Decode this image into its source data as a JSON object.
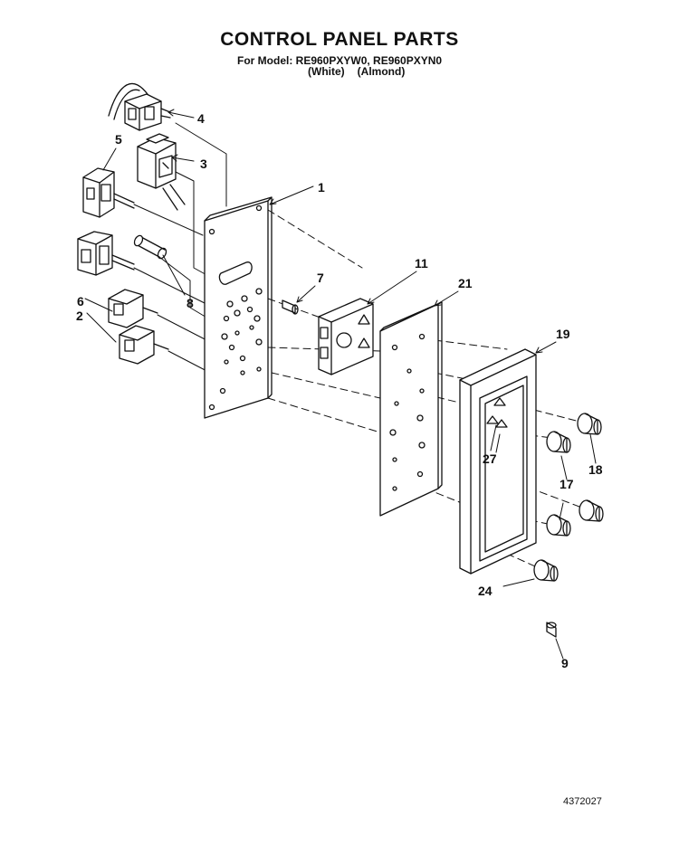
{
  "title": "CONTROL PANEL PARTS",
  "model_line": "For Model: RE960PXYW0, RE960PXYN0",
  "color_variants": [
    "(White)",
    "(Almond)"
  ],
  "document_number": "4372027",
  "callouts": [
    "1",
    "2",
    "3",
    "4",
    "5",
    "6",
    "7",
    "8",
    "9",
    "11",
    "17",
    "18",
    "19",
    "21",
    "24",
    "27"
  ]
}
